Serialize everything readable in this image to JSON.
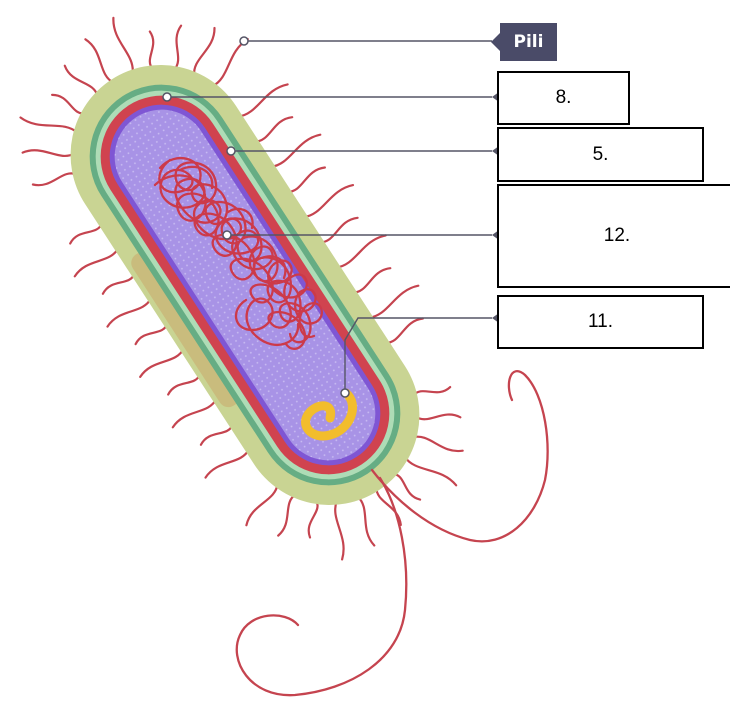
{
  "diagram": {
    "tag": {
      "text": "Pili"
    },
    "answer_boxes": [
      {
        "id": "box-8",
        "text": "8."
      },
      {
        "id": "box-5",
        "text": "5."
      },
      {
        "id": "box-12",
        "text": "12."
      },
      {
        "id": "box-11",
        "text": "11."
      }
    ],
    "colors": {
      "capsule": "#c9d493",
      "cell_wall_outer": "#66ad84",
      "cell_wall_light": "#aedcb6",
      "plasma_membrane": "#d0434f",
      "cytoplasm_border": "#7f56d4",
      "cytoplasm": "#a893e6",
      "dna": "#cc3a4a",
      "plasmid": "#f2bd2c",
      "appendage": "#c5444f",
      "leader_line": "#555566",
      "tag_background": "#4a4b68"
    }
  }
}
